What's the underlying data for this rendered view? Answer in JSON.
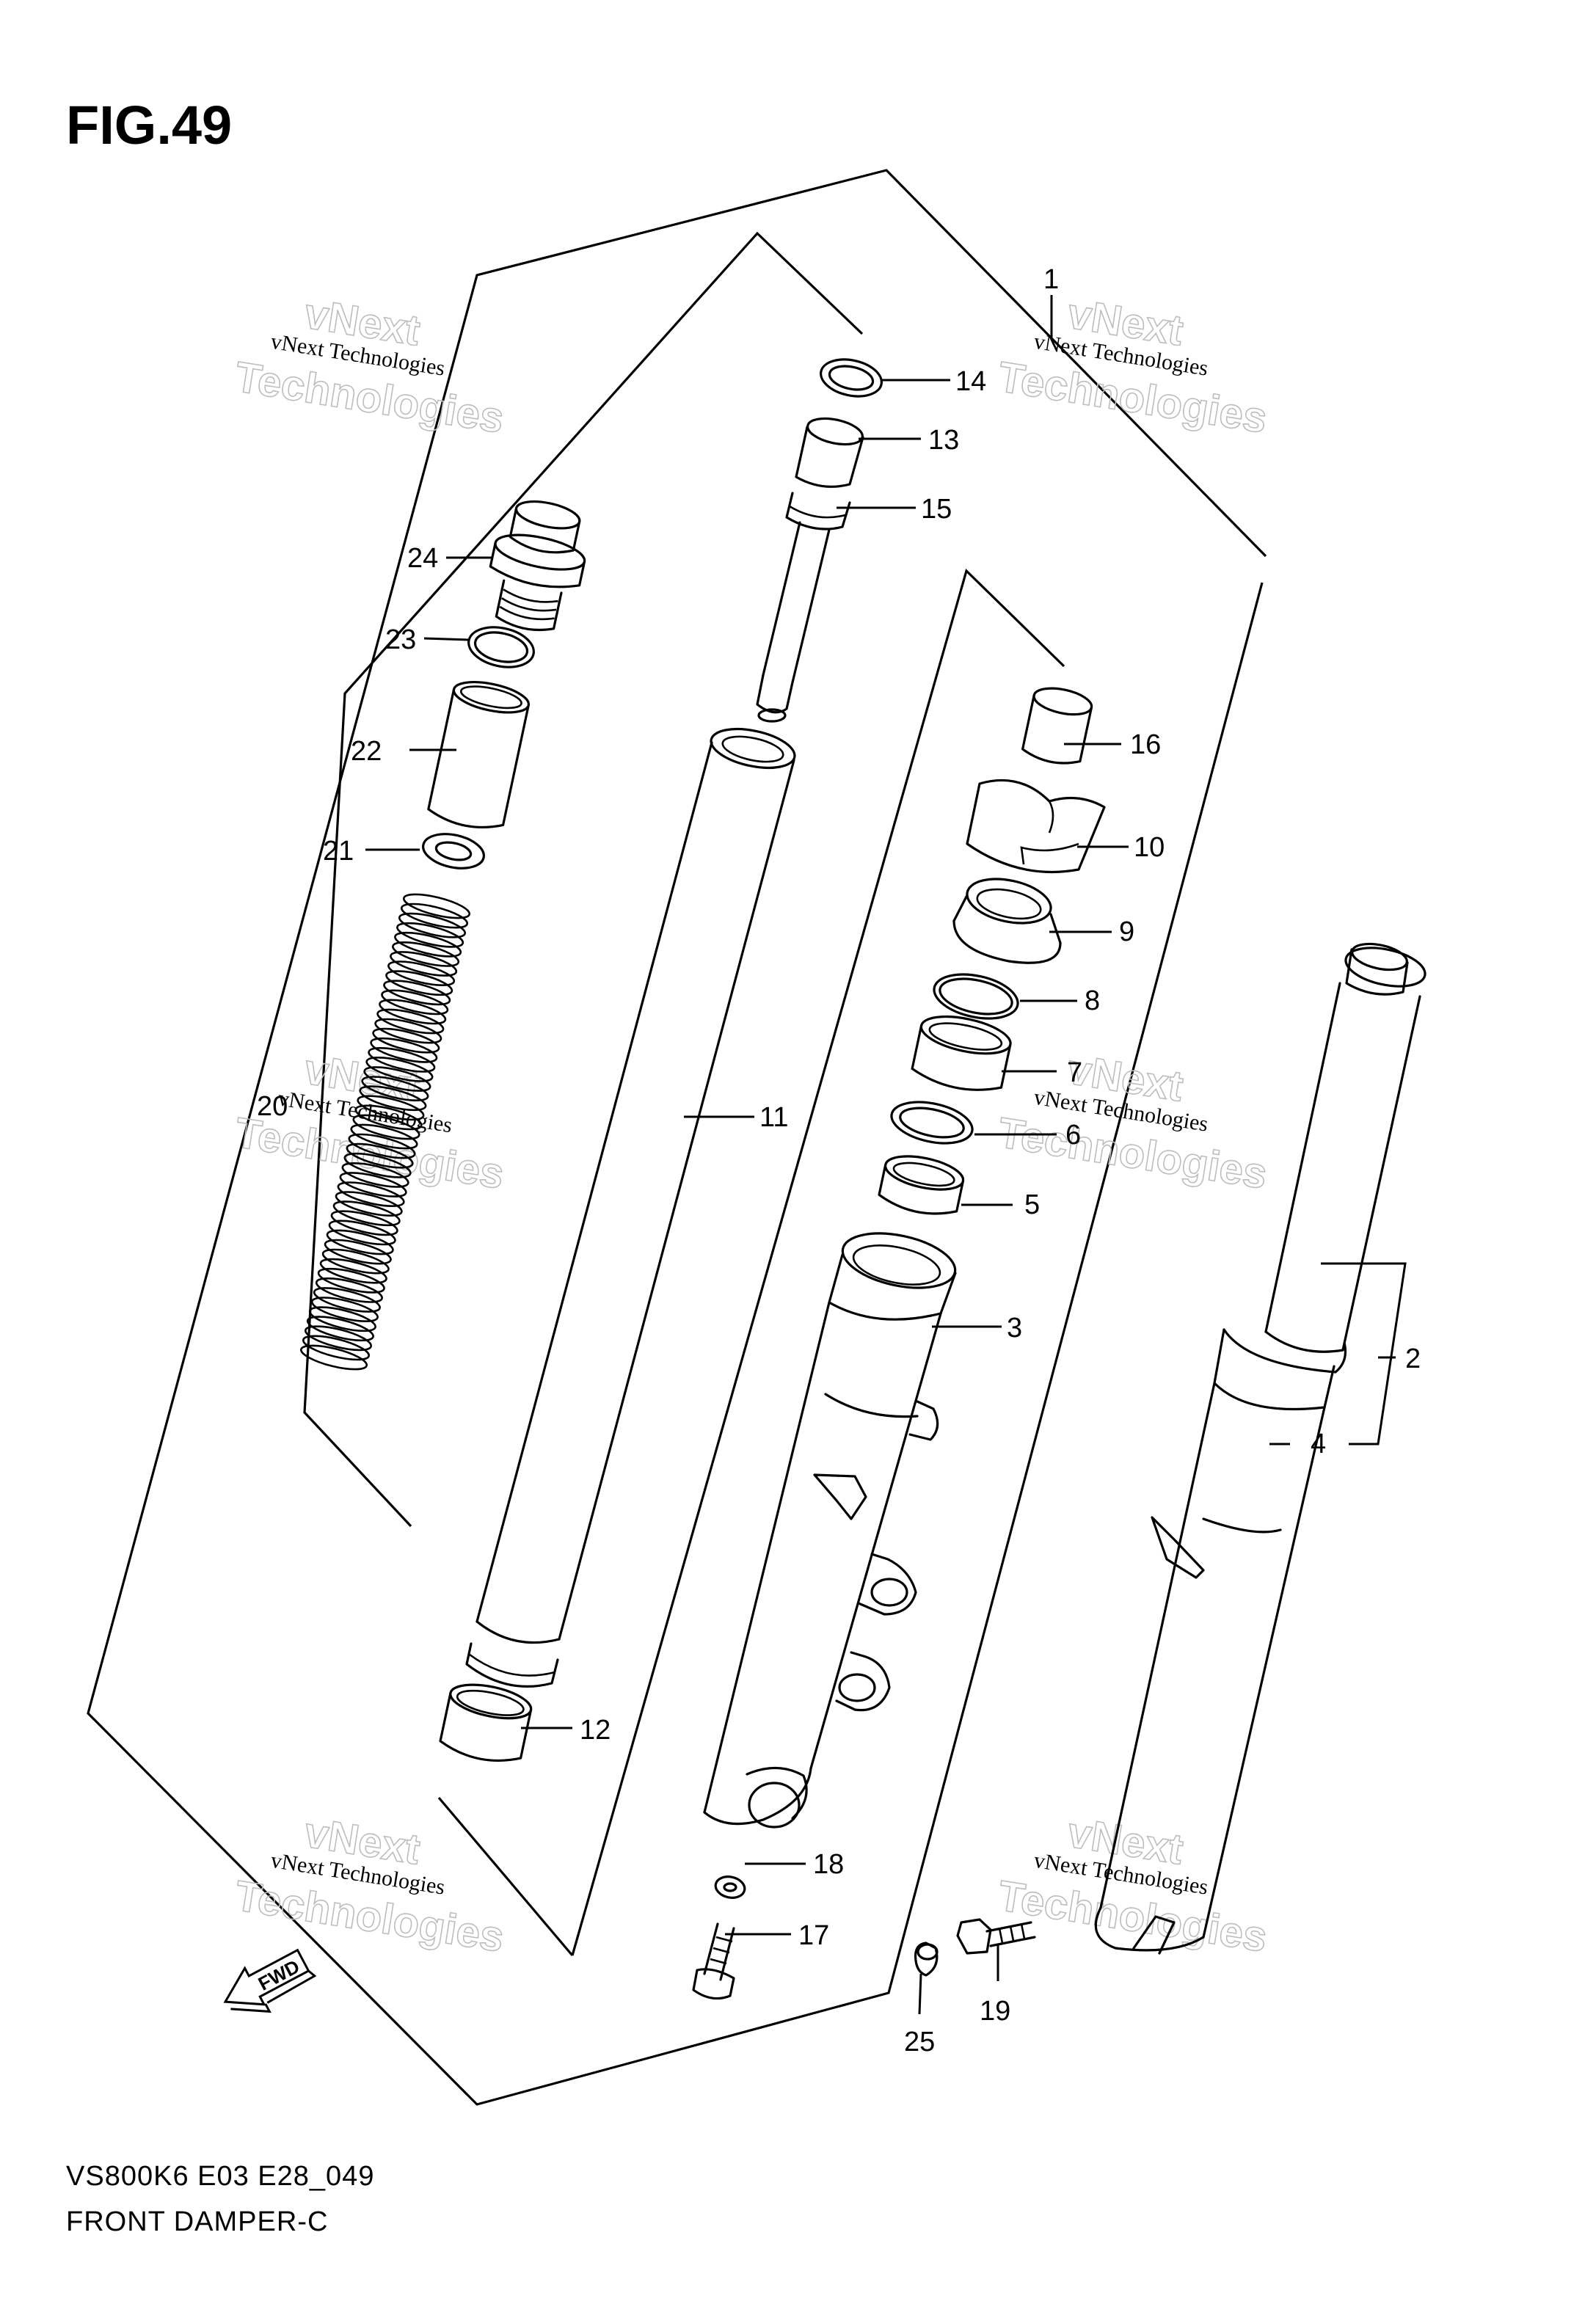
{
  "figure": {
    "title": "FIG.49",
    "model_code": "VS800K6 E03 E28_049",
    "name": "FRONT DAMPER-C"
  },
  "watermark": {
    "line1": "vNext Technologies",
    "line2a": "vNext",
    "line2b": "Technologies"
  },
  "badge": {
    "fwd": "FWD"
  },
  "callouts": [
    "1",
    "2",
    "3",
    "4",
    "5",
    "6",
    "7",
    "8",
    "9",
    "10",
    "11",
    "12",
    "13",
    "14",
    "15",
    "16",
    "17",
    "18",
    "19",
    "20",
    "21",
    "22",
    "23",
    "24",
    "25"
  ]
}
